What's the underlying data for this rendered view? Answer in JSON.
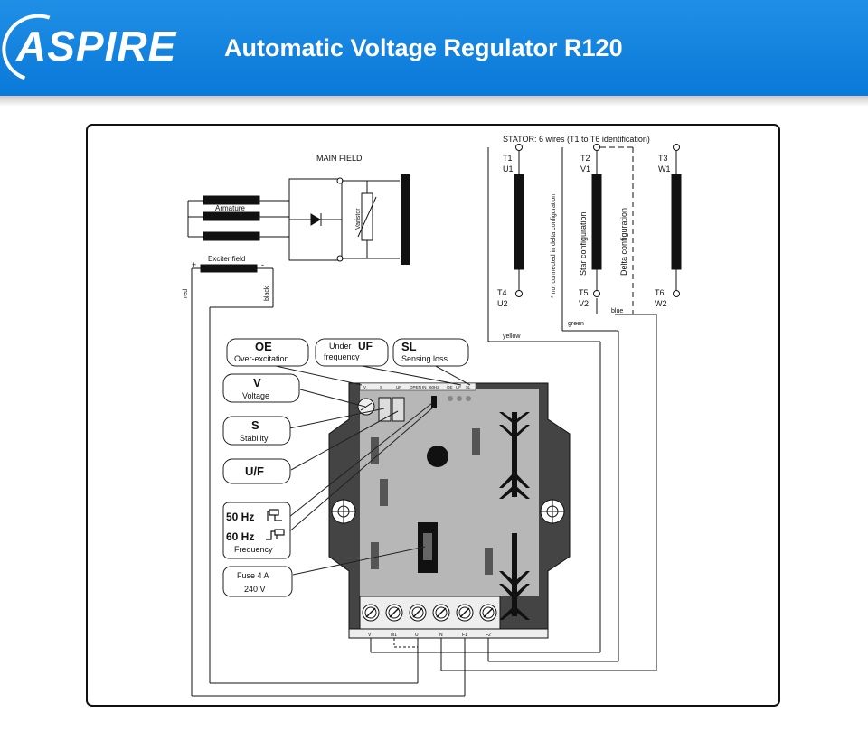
{
  "header": {
    "logo": "ASPIRE",
    "title": "Automatic Voltage Regulator R120"
  },
  "diagram": {
    "stator_label": "STATOR: 6 wires (T1 to T6 identification)",
    "main_field_label": "MAIN FIELD",
    "armature_label": "Armature",
    "varistor_label": "Varistor",
    "exciter_field_label": "Exciter field",
    "exciter_plus": "+",
    "exciter_minus": "-",
    "wire_red": "red",
    "wire_black": "black",
    "wire_yellow": "yellow",
    "wire_green": "green",
    "wire_blue": "blue",
    "terminals_top": [
      {
        "t": "T1",
        "u": "U1"
      },
      {
        "t": "T2",
        "u": "V1"
      },
      {
        "t": "T3",
        "u": "W1"
      }
    ],
    "terminals_bottom": [
      {
        "t": "T4",
        "u": "U2"
      },
      {
        "t": "T5",
        "u": "V2"
      },
      {
        "t": "T6",
        "u": "W2"
      }
    ],
    "note_delta": "* not connected in delta configuration",
    "star_configuration": "Star configuration",
    "delta_configuration": "Delta configuration",
    "board_top_labels": [
      "V",
      "S",
      "UF",
      "OPEN IN",
      "60Hz",
      "OE",
      "UF",
      "SL"
    ],
    "board_bottom_labels": [
      "V",
      "M1",
      "U",
      "N",
      "F1",
      "F2"
    ]
  },
  "callouts": {
    "oe_title": "OE",
    "oe_sub": "Over-excitation",
    "uf_prefix": "Under",
    "uf_title": "UF",
    "uf_sub": "frequency",
    "sl_title": "SL",
    "sl_sub": "Sensing loss",
    "v_title": "V",
    "v_sub": "Voltage",
    "s_title": "S",
    "s_sub": "Stability",
    "uf2_title": "U/F",
    "hz50": "50 Hz",
    "hz60": "60 Hz",
    "freq_sub": "Frequency",
    "fuse_title": "Fuse 4 A",
    "fuse_sub": "240 V"
  },
  "colors": {
    "header_blue": "#0a79d8",
    "board_gray": "#b7b7b7",
    "board_dark": "#444444"
  }
}
